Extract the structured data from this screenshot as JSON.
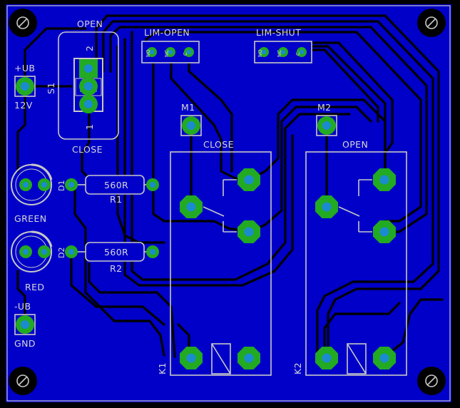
{
  "colors": {
    "board": "#0000c8",
    "background": "#000000",
    "trace": "#000000",
    "pad_copper": "#22aa22",
    "pad_hole": "#1a8bd0",
    "silkscreen": "#c8c8c8"
  },
  "labels": {
    "switch_top": "OPEN",
    "switch_bottom": "CLOSE",
    "switch_ref": "S1",
    "switch_pin2": "2",
    "switch_pin1": "1",
    "ub_plus": "+UB",
    "ub_voltage": "12V",
    "lim_open": "LIM-OPEN",
    "lim_shut": "LIM-SHUT",
    "pin_no": "NO",
    "pin_nc": "NC",
    "pin_c": "C",
    "m1": "M1",
    "m2": "M2",
    "relay1_title": "CLOSE",
    "relay2_title": "OPEN",
    "relay1_ref": "K1",
    "relay2_ref": "K2",
    "d1": "D1",
    "d2": "D2",
    "r1_value": "560R",
    "r2_value": "560R",
    "r1": "R1",
    "r2": "R2",
    "led1_color": "GREEN",
    "led2_color": "RED",
    "ub_minus": "-UB",
    "gnd": "GND"
  }
}
